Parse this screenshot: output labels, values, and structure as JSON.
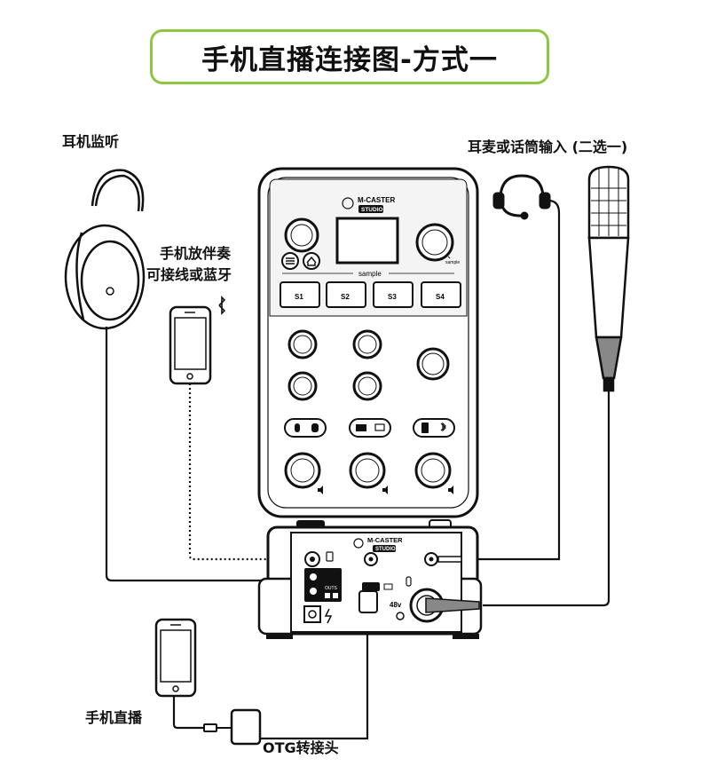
{
  "title": "手机直播连接图-方式一",
  "labels": {
    "headphone": "耳机监听",
    "mic_input": "耳麦或话筒输入 (二选一)",
    "accompaniment_line1": "手机放伴奏",
    "accompaniment_line2": "可接线或蓝牙",
    "phone_live": "手机直播",
    "otg": "OTG转接头"
  },
  "device": {
    "brand": "M-CASTER",
    "model": "STUDIO",
    "sample_label": "sample",
    "pads": [
      "S1",
      "S2",
      "S3",
      "S4"
    ],
    "outs_label": "OUTS",
    "phantom_label": "48v"
  },
  "colors": {
    "accent": "#8dc63f",
    "line": "#111111",
    "device_fill": "#f4f4f4"
  }
}
